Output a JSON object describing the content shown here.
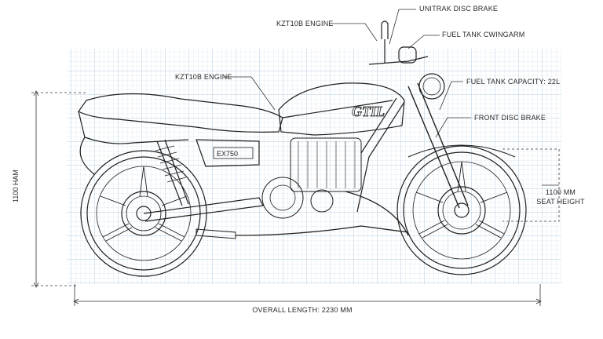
{
  "labels": {
    "uni_trak": "UNITRAK DISC BRAKE",
    "engine_top": "KZT10B ENGINE",
    "swingarm": "FUEL TANK CWINGARM",
    "engine_left": "KZT10B ENGINE",
    "tank_capacity": "FUEL TANK CAPACITY: 22L",
    "front_brake": "FRONT DISC BRAKE",
    "seat_height_value": "1100 MM",
    "seat_height_label": "SEAT HEIGHT",
    "overall_height": "1100 HAM",
    "overall_length": "OVERALL LENGTH: 2230 MM",
    "tank_badge": "GTIL",
    "side_badge": "EX750"
  },
  "style": {
    "line_color": "#1f1f1f",
    "grid_color": "#b9d3e6",
    "grid_major_color": "#8fb6d4",
    "background": "#ffffff"
  }
}
